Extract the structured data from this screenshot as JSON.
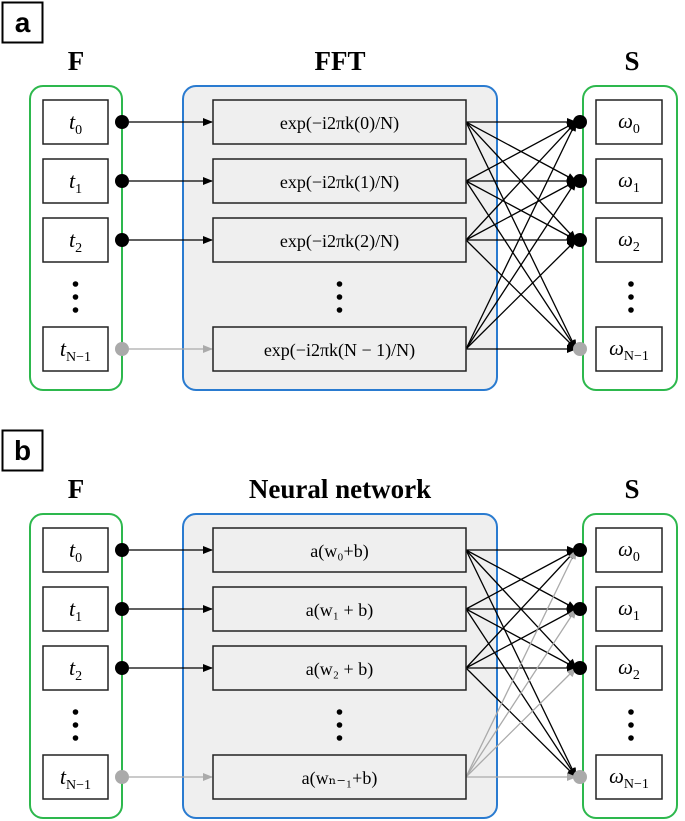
{
  "colors": {
    "input_border": "#2db84d",
    "process_border": "#2a7bd0",
    "process_fill": "#efefef",
    "active": "#000000",
    "inactive": "#aaaaaa"
  },
  "panels": [
    {
      "label": "a",
      "input_title": "F",
      "process_title": "FFT",
      "output_title": "S",
      "inputs": [
        {
          "base": "t",
          "sub": "0"
        },
        {
          "base": "t",
          "sub": "1"
        },
        {
          "base": "t",
          "sub": "2"
        },
        {
          "base": "t",
          "sub": "N−1"
        }
      ],
      "process": [
        "exp(−i2πk(0)/N)",
        "exp(−i2πk(1)/N)",
        "exp(−i2πk(2)/N)",
        "exp(−i2πk(N − 1)/N)"
      ],
      "outputs": [
        {
          "base": "ω",
          "sub": "0"
        },
        {
          "base": "ω",
          "sub": "1"
        },
        {
          "base": "ω",
          "sub": "2"
        },
        {
          "base": "ω",
          "sub": "N−1"
        }
      ],
      "last_row_outgoing_gray": false
    },
    {
      "label": "b",
      "input_title": "F",
      "process_title": "Neural network",
      "output_title": "S",
      "inputs": [
        {
          "base": "t",
          "sub": "0"
        },
        {
          "base": "t",
          "sub": "1"
        },
        {
          "base": "t",
          "sub": "2"
        },
        {
          "base": "t",
          "sub": "N−1"
        }
      ],
      "process": [
        "a(w₀+b)",
        "a(w₁ + b)",
        "a(w₂ + b)",
        "a(wₙ₋₁+b)"
      ],
      "outputs": [
        {
          "base": "ω",
          "sub": "0"
        },
        {
          "base": "ω",
          "sub": "1"
        },
        {
          "base": "ω",
          "sub": "2"
        },
        {
          "base": "ω",
          "sub": "N−1"
        }
      ],
      "last_row_outgoing_gray": true
    }
  ]
}
